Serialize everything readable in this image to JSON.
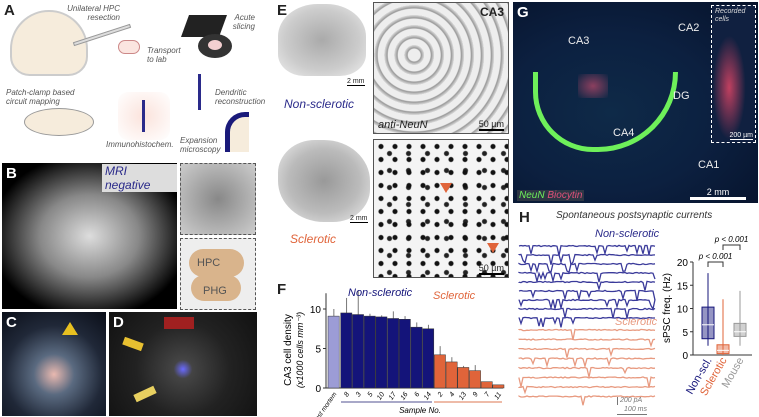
{
  "panels": {
    "A": {
      "label": "A",
      "steps": [
        "Unilateral HPC resection",
        "Transport to lab",
        "Acute slicing",
        "Patch-clamp based circuit mapping",
        "Immunohistochem.",
        "Dendritic reconstruction",
        "Expansion microscopy"
      ]
    },
    "B": {
      "label": "B",
      "tag": "MRI negative",
      "regions": [
        "HPC",
        "PHG"
      ]
    },
    "C": {
      "label": "C"
    },
    "D": {
      "label": "D"
    },
    "E": {
      "label": "E",
      "region": "CA3",
      "stain": "anti-NeuN",
      "groups": [
        "Non-sclerotic",
        "Sclerotic"
      ],
      "scale_overview": "2 mm",
      "scale_zoom": "50 µm"
    },
    "G": {
      "label": "G",
      "regions": [
        "CA3",
        "CA2",
        "DG",
        "CA4",
        "CA1"
      ],
      "inset_title": "Recorded cells",
      "inset_scale": "200 µm",
      "scale": "2 mm",
      "legend_neun": "NeuN",
      "legend_biocytin": "Biocytin"
    },
    "H": {
      "label": "H",
      "title": "Spontaneous postsynaptic currents",
      "groups": [
        "Non-sclerotic",
        "Sclerotic"
      ],
      "scale_y": "200 pA",
      "scale_x": "100 ms"
    }
  },
  "colors": {
    "nonsclerotic": "#14147a",
    "sclerotic": "#e0643a",
    "postmortem": "#9c9cd6",
    "mouse": "#999999",
    "trace_ns": "#3a3a9a",
    "trace_s": "#e89a80"
  },
  "chart_data": [
    {
      "panel": "F",
      "type": "bar",
      "ylabel": "CA3 cell density",
      "ylabel2": "(x1000 cells mm⁻³)",
      "xlabel": "Sample No.",
      "ylim": [
        0,
        12
      ],
      "yticks": [
        0,
        5,
        10
      ],
      "group_labels": [
        "Non-sclerotic",
        "Sclerotic"
      ],
      "categories": [
        "Post mortem",
        "8",
        "3",
        "5",
        "10",
        "17",
        "16",
        "6",
        "14",
        "2",
        "4",
        "13",
        "9",
        "7",
        "11"
      ],
      "groups": [
        "postmortem",
        "nonsclerotic",
        "nonsclerotic",
        "nonsclerotic",
        "nonsclerotic",
        "nonsclerotic",
        "nonsclerotic",
        "nonsclerotic",
        "nonsclerotic",
        "sclerotic",
        "sclerotic",
        "sclerotic",
        "sclerotic",
        "sclerotic",
        "sclerotic"
      ],
      "values": [
        9.1,
        9.5,
        9.3,
        9.1,
        9.0,
        8.8,
        8.7,
        7.7,
        7.5,
        4.2,
        3.3,
        2.6,
        2.2,
        0.8,
        0.4
      ],
      "error_upper": [
        10.0,
        11.4,
        12.4,
        9.4,
        9.2,
        9.7,
        9.1,
        8.3,
        8.0,
        5.3,
        3.9,
        2.8,
        2.9,
        0.8,
        0.4
      ]
    },
    {
      "panel": "H",
      "type": "box",
      "ylabel": "sPSC freq. (Hz)",
      "ylim": [
        0,
        20
      ],
      "yticks": [
        0,
        5,
        10,
        15,
        20
      ],
      "categories": [
        "Non-scl.",
        "Sclerotic",
        "Mouse"
      ],
      "min": [
        2,
        0,
        2
      ],
      "q1": [
        3.5,
        0.3,
        4
      ],
      "median": [
        6.5,
        1,
        5
      ],
      "q3": [
        10.3,
        2.2,
        6.8
      ],
      "max": [
        17.6,
        12,
        13.8
      ],
      "comparisons": [
        {
          "pair": [
            "Non-scl.",
            "Sclerotic"
          ],
          "text": "p < 0.001"
        },
        {
          "pair": [
            "Sclerotic",
            "Mouse"
          ],
          "text": "p < 0.001"
        }
      ]
    }
  ]
}
